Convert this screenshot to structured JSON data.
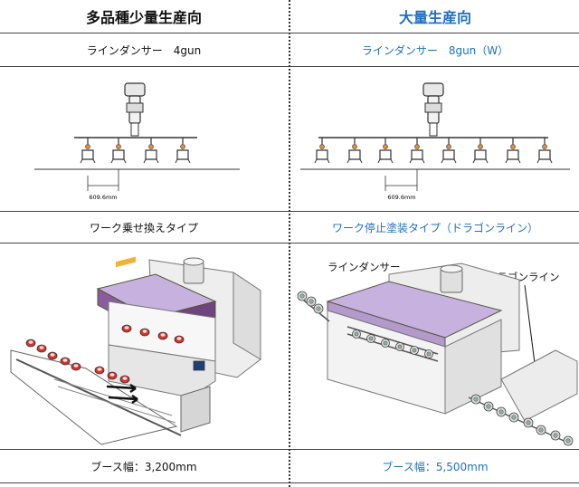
{
  "left": {
    "heading": "多品種少量生産向",
    "dancer": "ラインダンサー　4gun",
    "pitch": "609.6mm",
    "work_type": "ワーク乗せ換えタイプ",
    "booth": "ブース幅：3,200mm"
  },
  "right": {
    "heading": "大量生産向",
    "dancer": "ラインダンサー　8gun（W）",
    "pitch": "609.6mm",
    "work_type": "ワーク停止塗装タイプ（ドラゴンライン）",
    "booth": "ブース幅：5,500mm",
    "callout_dancer": "ラインダンサー",
    "callout_dragon": "ドラゴンライン"
  },
  "colors": {
    "accent_blue": "#1f6fc1",
    "booth_purple": "#8a5c9e",
    "booth_lilac": "#c7b2df",
    "gun_red": "#d8332b",
    "gun_orange": "#f08a2a"
  }
}
